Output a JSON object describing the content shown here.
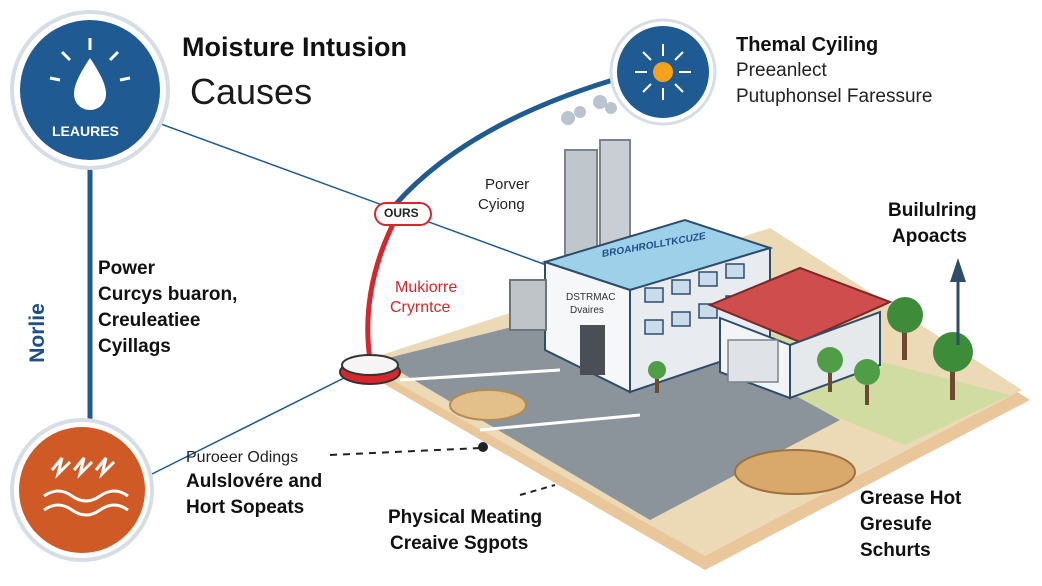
{
  "title": {
    "line1": "Moisture Intusion",
    "line2": "Causes"
  },
  "leaks_badge": {
    "label": "LEAURES",
    "icon": "water-drop-icon",
    "color": "#1f5a92"
  },
  "thermal": {
    "icon": "sun-icon",
    "color": "#1f5a92",
    "title": "Themal Cyiling",
    "line1": "Preeanlect",
    "line2": "Putuphonsel Faressure"
  },
  "side_label": "Norlie",
  "power_block": {
    "title": "Power",
    "line1": "Curcys buaron,",
    "line2": "Creuleatiee",
    "line3": "Cyillags"
  },
  "ours_label": "OURS",
  "power_cycling": {
    "line1": "Porver",
    "line2": "Cyiong"
  },
  "moisture_current": {
    "line1": "Mukiorre",
    "line2": "Cryrntce"
  },
  "factory": {
    "roof_sign": "BROAHROLLTKCUZE",
    "door_sign_1": "DSTRMAC",
    "door_sign_2": "Dvaires"
  },
  "building_impacts": {
    "line1": "Builulring",
    "line2": "Apoacts"
  },
  "heat_badge": {
    "icon": "heat-waves-icon",
    "color": "#cf5a25"
  },
  "power_odings": {
    "line1": "Puroeer Odings",
    "line2": "Aulslovére and",
    "line3": "Hort Sopeats"
  },
  "physical_meating": {
    "line1": "Physical Meating",
    "line2": "Creaive Sgpots"
  },
  "grease_hot": {
    "line1": "Grease Hot",
    "line2": "Gresufe",
    "line3": "Schurts"
  }
}
